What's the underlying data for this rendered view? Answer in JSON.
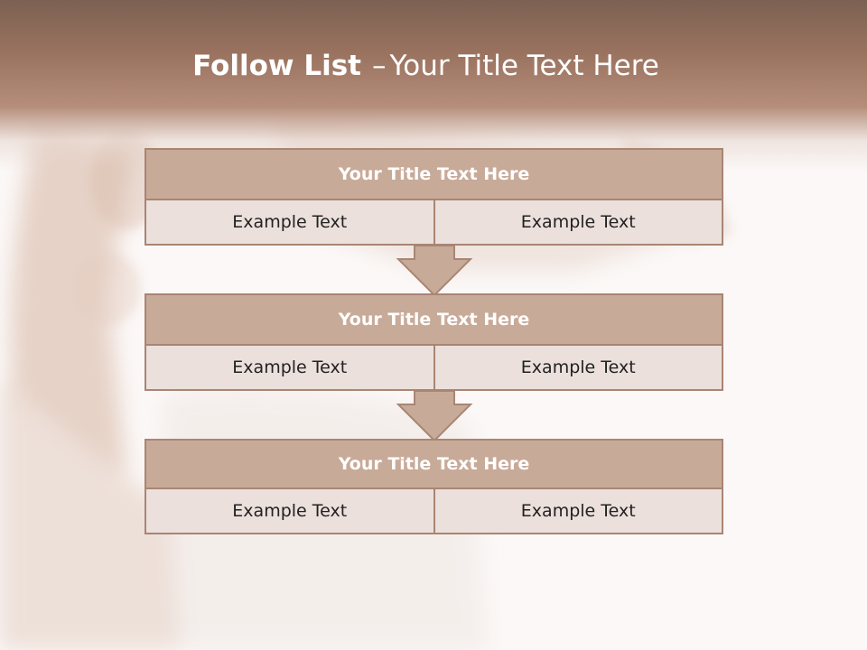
{
  "slide": {
    "title_bold": "Follow List",
    "title_dash": "–",
    "title_rest": "Your Title Text Here"
  },
  "steps": [
    {
      "title": "Your Title Text Here",
      "left_text": "Example Text",
      "right_text": "Example Text"
    },
    {
      "title": "Your Title Text Here",
      "left_text": "Example Text",
      "right_text": "Example Text"
    },
    {
      "title": "Your Title Text Here",
      "left_text": "Example Text",
      "right_text": "Example Text"
    }
  ],
  "colors": {
    "header_band": "#99725f",
    "step_title_fill": "#c8aa98",
    "step_cell_fill": "#ebe0dc",
    "step_border": "#a98574",
    "arrow_fill": "#c8aa98"
  }
}
